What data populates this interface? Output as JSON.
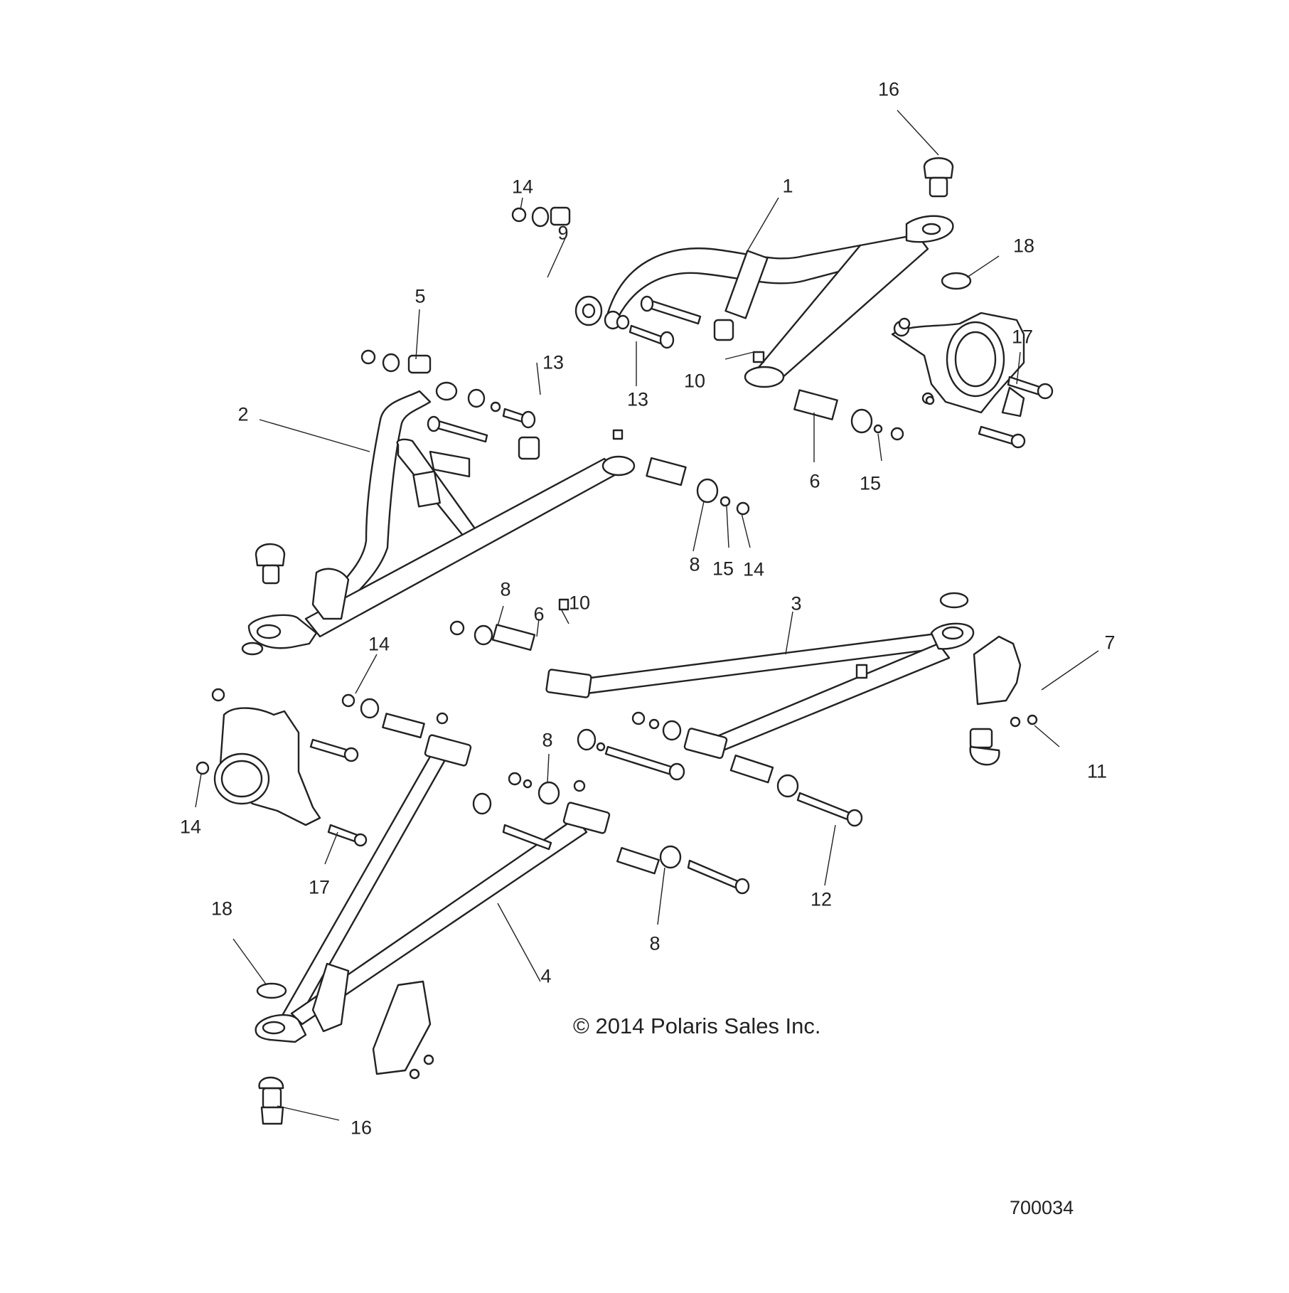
{
  "title": "",
  "callouts": [
    {
      "label": "1"
    },
    {
      "label": "2"
    },
    {
      "label": "3"
    },
    {
      "label": "4"
    },
    {
      "label": "5"
    },
    {
      "label": "6"
    },
    {
      "label": "6"
    },
    {
      "label": "7"
    },
    {
      "label": "8"
    },
    {
      "label": "8"
    },
    {
      "label": "8"
    },
    {
      "label": "8"
    },
    {
      "label": "9"
    },
    {
      "label": "10"
    },
    {
      "label": "10"
    },
    {
      "label": "11"
    },
    {
      "label": "12"
    },
    {
      "label": "13"
    },
    {
      "label": "13"
    },
    {
      "label": "14"
    },
    {
      "label": "14"
    },
    {
      "label": "14"
    },
    {
      "label": "14"
    },
    {
      "label": "15"
    },
    {
      "label": "15"
    },
    {
      "label": "16"
    },
    {
      "label": "16"
    },
    {
      "label": "17"
    },
    {
      "label": "17"
    },
    {
      "label": "18"
    },
    {
      "label": "18"
    }
  ],
  "copyright": "© 2014 Polaris Sales Inc.",
  "figure_number": "700034"
}
